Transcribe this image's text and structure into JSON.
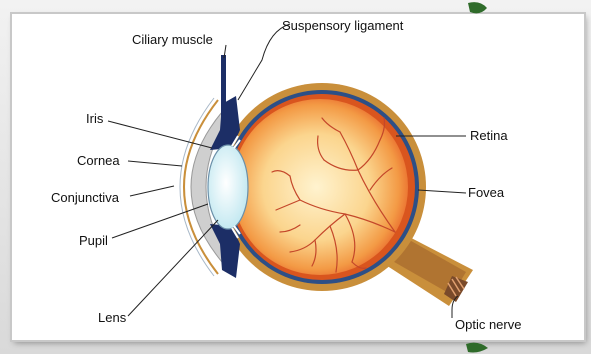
{
  "labels": {
    "ciliary_muscle": "Ciliary muscle",
    "suspensory_ligament": "Suspensory ligament",
    "iris": "Iris",
    "cornea": "Cornea",
    "conjunctiva": "Conjunctiva",
    "pupil": "Pupil",
    "lens": "Lens",
    "retina": "Retina",
    "fovea": "Fovea",
    "optic_nerve": "Optic nerve"
  },
  "colors": {
    "sclera": "#c98f3b",
    "choroid": "#2d4f86",
    "retina_layer": "#d9551e",
    "vitreous_center": "#fff2cc",
    "vitreous_edge": "#e8702a",
    "cornea": "#c9c9c9",
    "lens": "#d8f1f6",
    "iris": "#1c2e66",
    "vessels": "#c4472a"
  }
}
